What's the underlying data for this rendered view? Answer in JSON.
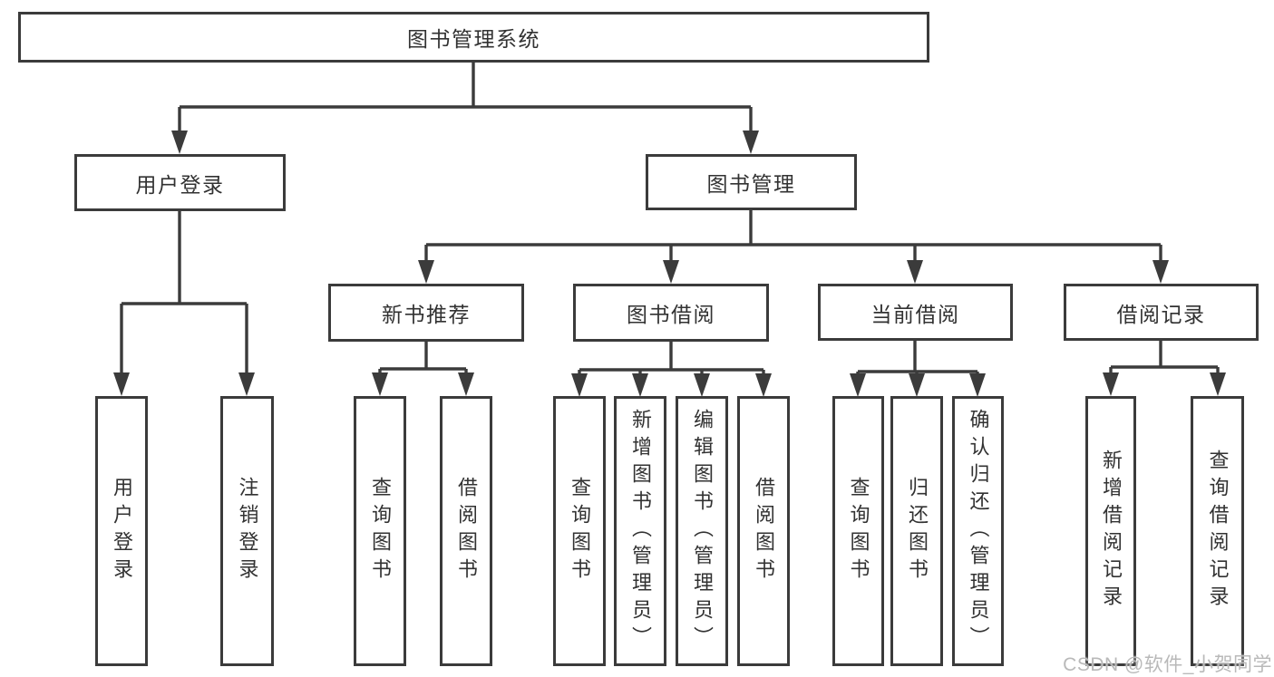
{
  "colors": {
    "line": "#3b3b3b",
    "node_border": "#3b3b3b",
    "node_background": "#ffffff",
    "text": "#323232",
    "watermark": "#b9b9b9"
  },
  "watermark": {
    "text": "CSDN @软件_小贺同学"
  },
  "tree": {
    "root": {
      "label": "图书管理系统",
      "children": [
        {
          "label": "用户登录",
          "children": [
            {
              "label": "用户登录"
            },
            {
              "label": "注销登录"
            }
          ]
        },
        {
          "label": "图书管理",
          "children": [
            {
              "label": "新书推荐",
              "children": [
                {
                  "label": "查询图书"
                },
                {
                  "label": "借阅图书"
                }
              ]
            },
            {
              "label": "图书借阅",
              "children": [
                {
                  "label": "查询图书"
                },
                {
                  "label": "新增图书（管理员）"
                },
                {
                  "label": "编辑图书（管理员）"
                },
                {
                  "label": "借阅图书"
                }
              ]
            },
            {
              "label": "当前借阅",
              "children": [
                {
                  "label": "查询图书"
                },
                {
                  "label": "归还图书"
                },
                {
                  "label": "确认归还（管理员）"
                }
              ]
            },
            {
              "label": "借阅记录",
              "children": [
                {
                  "label": "新增借阅记录"
                },
                {
                  "label": "查询借阅记录"
                }
              ]
            }
          ]
        }
      ]
    }
  }
}
